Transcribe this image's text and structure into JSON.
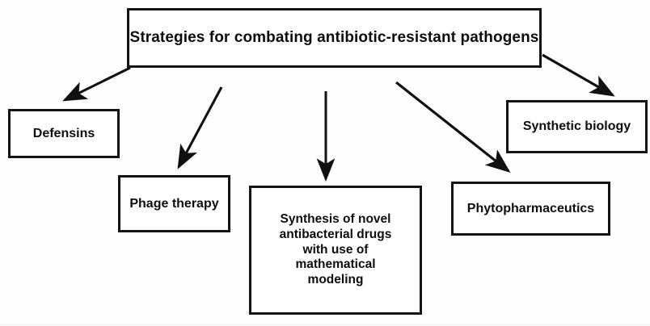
{
  "diagram": {
    "type": "flowchart",
    "orientation": "top-down-radial",
    "title_node": {
      "id": "root",
      "label": "Strategies for combating antibiotic-resistant pathogens"
    },
    "nodes": [
      {
        "id": "defensins",
        "label": "Defensins"
      },
      {
        "id": "phage-therapy",
        "label": "Phage therapy"
      },
      {
        "id": "synthesis",
        "label": "Synthesis of novel\nantibacterial drugs\nwith use of\nmathematical\nmodeling"
      },
      {
        "id": "phytopharmaceutics",
        "label": "Phytopharmaceutics"
      },
      {
        "id": "synthetic-biology",
        "label": "Synthetic biology"
      }
    ],
    "edges": [
      {
        "from": "root",
        "to": "defensins",
        "style": "solid-arrow"
      },
      {
        "from": "root",
        "to": "phage-therapy",
        "style": "solid-arrow"
      },
      {
        "from": "root",
        "to": "synthesis",
        "style": "solid-arrow"
      },
      {
        "from": "root",
        "to": "phytopharmaceutics",
        "style": "solid-arrow"
      },
      {
        "from": "root",
        "to": "synthetic-biology",
        "style": "solid-arrow"
      }
    ],
    "colors": {
      "background": "#fefefe",
      "box_fill": "#ffffff",
      "box_border": "#141414",
      "text": "#0d0d0d",
      "arrow": "#101010"
    }
  }
}
